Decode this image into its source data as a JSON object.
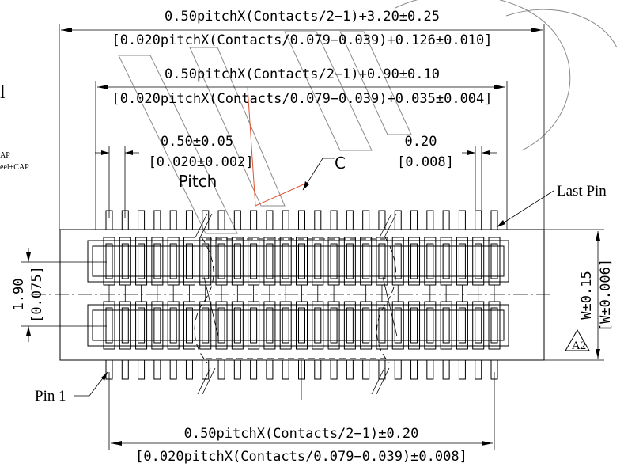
{
  "labels": {
    "overall_width": "0.50pitchX(Contacts/2−1)+3.20±0.25",
    "overall_width_in": "[0.020pitchX(Contacts/0.079−0.039)+0.126±0.010]",
    "inner_width": "0.50pitchX(Contacts/2−1)+0.90±0.10",
    "inner_width_in": "[0.020pitchX(Contacts/0.079−0.039)+0.035±0.004]",
    "pitch_value": "0.50±0.05",
    "pitch_value_in": "[0.020±0.002]",
    "pitch_word": "Pitch",
    "pin_width": "0.20",
    "pin_width_in": "[0.008]",
    "section_c": "C",
    "last_pin": "Last Pin",
    "pin1": "Pin 1",
    "row_spacing": "1.90",
    "row_spacing_in": "[0.075]",
    "body_width": "W±0.15",
    "body_width_in": "[W±0.006]",
    "revision_mark": "A2",
    "bottom_span": "0.50pitchX(Contacts/2−1)±0.20",
    "bottom_span_in": "[0.020pitchX(Contacts/0.079−0.039)±0.008]",
    "left_partial_1": "l",
    "left_partial_2": "AP",
    "left_partial_3": "eel+CAP"
  },
  "drawing": {
    "pins_per_row": 25,
    "rows": 2,
    "line_color": "#000000",
    "watermark_color": "#8a8a8a",
    "annotation_color": "#e0522f"
  }
}
